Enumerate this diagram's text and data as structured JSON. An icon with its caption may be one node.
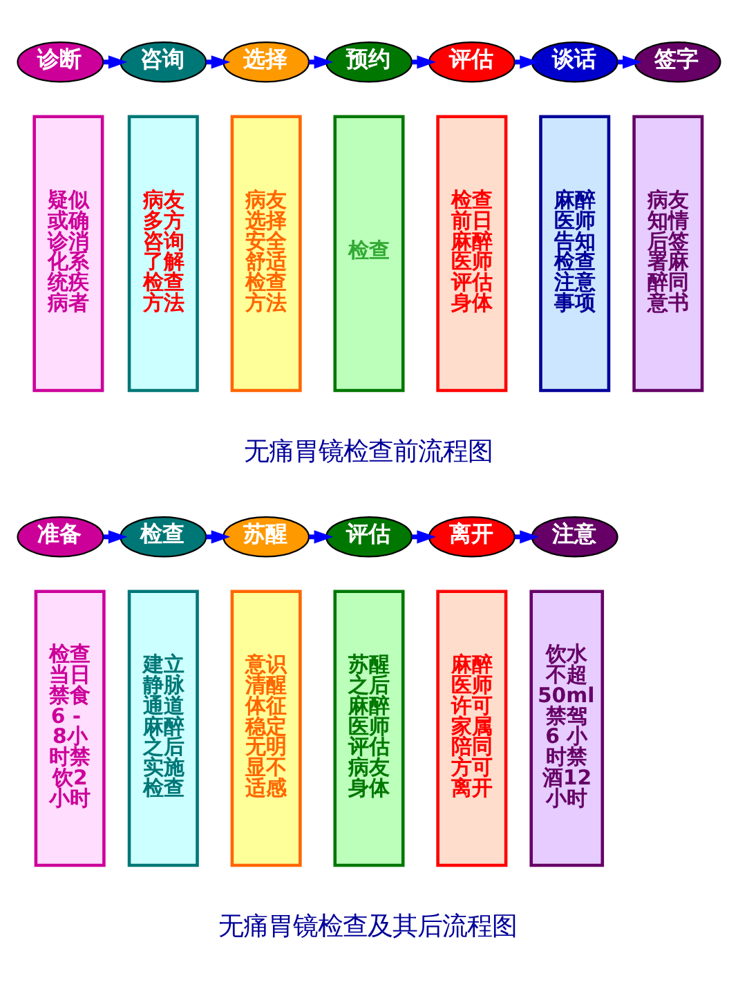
{
  "diagram": {
    "nodes": [
      {
        "text": [
          "诊断"
        ]
      },
      {
        "text": [
          "咨询"
        ]
      },
      {
        "text": [
          "选择"
        ]
      },
      {
        "text": [
          "预约"
        ]
      },
      {
        "text": [
          "评估"
        ]
      },
      {
        "text": [
          "谈话"
        ]
      },
      {
        "text": [
          "签字"
        ]
      },
      {
        "text": [
          "疑似或确诊消化系统疾病者"
        ]
      },
      {
        "text": [
          "病友多方咨询了解检查方法"
        ]
      },
      {
        "text": [
          "病友选择安全舒适检查方法"
        ]
      },
      {
        "text": [
          "检查"
        ]
      },
      {
        "text": [
          "检查前日麻醉医师评估身体"
        ]
      },
      {
        "text": [
          "麻醉医师告知检查注意事项"
        ]
      },
      {
        "text": [
          "病友知情后签署麻醉同意书"
        ]
      },
      {
        "text": [
          "准备"
        ]
      },
      {
        "text": [
          "检查"
        ]
      },
      {
        "text": [
          "苏醒"
        ]
      },
      {
        "text": [
          "评估"
        ]
      },
      {
        "text": [
          "离开"
        ]
      },
      {
        "text": [
          "注意"
        ]
      },
      {
        "text": [
          "检查当日禁食6 - 8小时禁饮2小时"
        ]
      },
      {
        "text": [
          "建立静脉通道麻醉之后实施检查"
        ]
      },
      {
        "text": [
          "意识清醒体征稳定无明显不适感"
        ]
      },
      {
        "text": [
          "苏醒之后麻醉医师评估病友身体"
        ]
      },
      {
        "text": [
          "麻醉医师许可家属陪同方可离开"
        ]
      },
      {
        "text": [
          "饮水不超50ml禁驾6 小时禁酒12小时"
        ]
      }
    ],
    "edges": [
      {
        "from": 0,
        "to": 1,
        "arrow": "to"
      },
      {
        "from": 1,
        "to": 2,
        "arrow": "to"
      },
      {
        "from": 2,
        "to": 3,
        "arrow": "to"
      },
      {
        "from": 3,
        "to": 4,
        "arrow": "to"
      },
      {
        "from": 4,
        "to": 5,
        "arrow": "to"
      },
      {
        "from": 5,
        "to": 6,
        "arrow": "to"
      },
      {
        "from": 14,
        "to": 15,
        "arrow": "to"
      },
      {
        "from": 15,
        "to": 16,
        "arrow": "to"
      },
      {
        "from": 16,
        "to": 17,
        "arrow": "to"
      },
      {
        "from": 17,
        "to": 18,
        "arrow": "to"
      },
      {
        "from": 18,
        "to": 19,
        "arrow": "to"
      }
    ],
    "labels": [
      "无痛胃镜检查前流程图",
      "无痛胃镜检查及其后流程图"
    ]
  }
}
